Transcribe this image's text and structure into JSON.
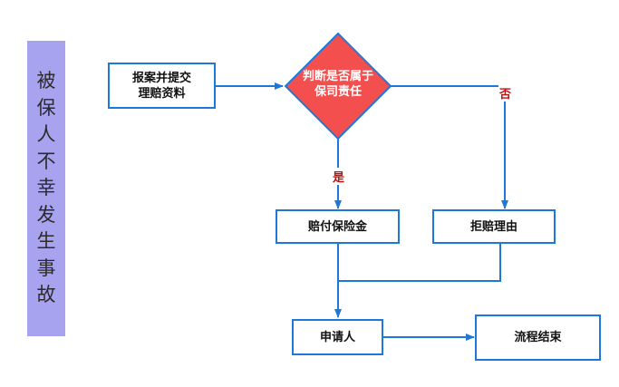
{
  "sidebar": {
    "chars": [
      "被",
      "保",
      "人",
      "不",
      "幸",
      "发",
      "生",
      "事",
      "故"
    ]
  },
  "flow": {
    "submit_line1": "报案并提交",
    "submit_line2": "理赔资料",
    "decision_line1": "判断是否属于",
    "decision_line2": "保司责任",
    "yes_label": "是",
    "no_label": "否",
    "pay": "赔付保险金",
    "reject": "拒赔理由",
    "applicant": "申请人",
    "end": "流程结束"
  },
  "colors": {
    "sidebar": "#a7a3ef",
    "box_border": "#1e78d8",
    "arrow": "#1e78d8",
    "diamond_fill": "#f44f4f",
    "diamond_stroke": "#1e78d8",
    "label": "#c01010"
  }
}
